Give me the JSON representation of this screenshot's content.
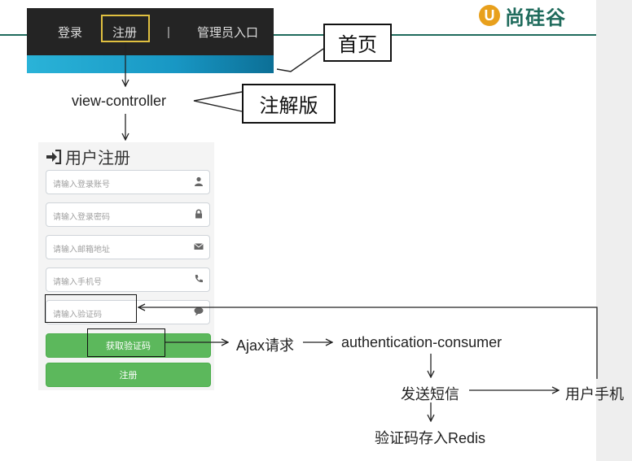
{
  "logo": {
    "mark": "U",
    "text": "尚硅谷"
  },
  "header": {
    "login_label": "登录",
    "register_label": "注册",
    "separator": "|",
    "admin_label": "管理员入口"
  },
  "callouts": {
    "home": "首页",
    "annotation": "注解版"
  },
  "flow": {
    "view_controller": "view-controller",
    "ajax": "Ajax请求",
    "auth_consumer": "authentication-consumer",
    "send_sms": "发送短信",
    "user_phone": "用户手机",
    "save_redis": "验证码存入Redis"
  },
  "form": {
    "title": "用户注册",
    "fields": [
      {
        "placeholder": "请输入登录账号",
        "icon": "user-icon"
      },
      {
        "placeholder": "请输入登录密码",
        "icon": "lock-icon"
      },
      {
        "placeholder": "请输入邮箱地址",
        "icon": "envelope-icon"
      },
      {
        "placeholder": "请输入手机号",
        "icon": "phone-icon"
      },
      {
        "placeholder": "请输入验证码",
        "icon": "comment-icon"
      }
    ],
    "get_code_label": "获取验证码",
    "register_label": "注册"
  },
  "colors": {
    "button_green": "#5cb85c",
    "header_dark": "#242424",
    "strip_blue": "#1897c4",
    "brand_green": "#1f6b5c",
    "logo_orange": "#e8a01c"
  }
}
